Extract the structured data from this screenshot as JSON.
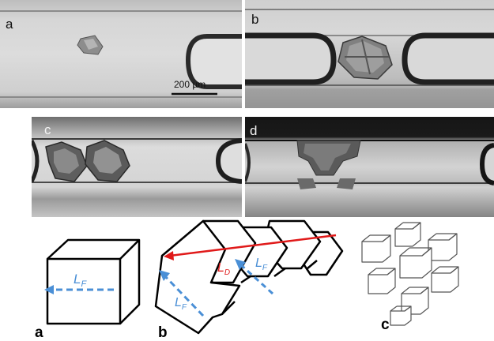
{
  "micrographs": {
    "a": {
      "label": "a",
      "scale_bar": "200 µm"
    },
    "b": {
      "label": "b"
    },
    "c": {
      "label": "c"
    },
    "d": {
      "label": "d"
    }
  },
  "schematics": {
    "a": {
      "label": "a",
      "length_label": "L",
      "length_sub": "F"
    },
    "b": {
      "label": "b",
      "dendrite_label": "L",
      "dendrite_sub": "D",
      "face_label_1": "L",
      "face_sub_1": "F",
      "face_label_2": "L",
      "face_sub_2": "F"
    },
    "c": {
      "label": "c"
    }
  },
  "colors": {
    "arrow_red": "#e01919",
    "dashed_blue": "#4a8fd6",
    "gray_bg": "#d9d9d9"
  }
}
